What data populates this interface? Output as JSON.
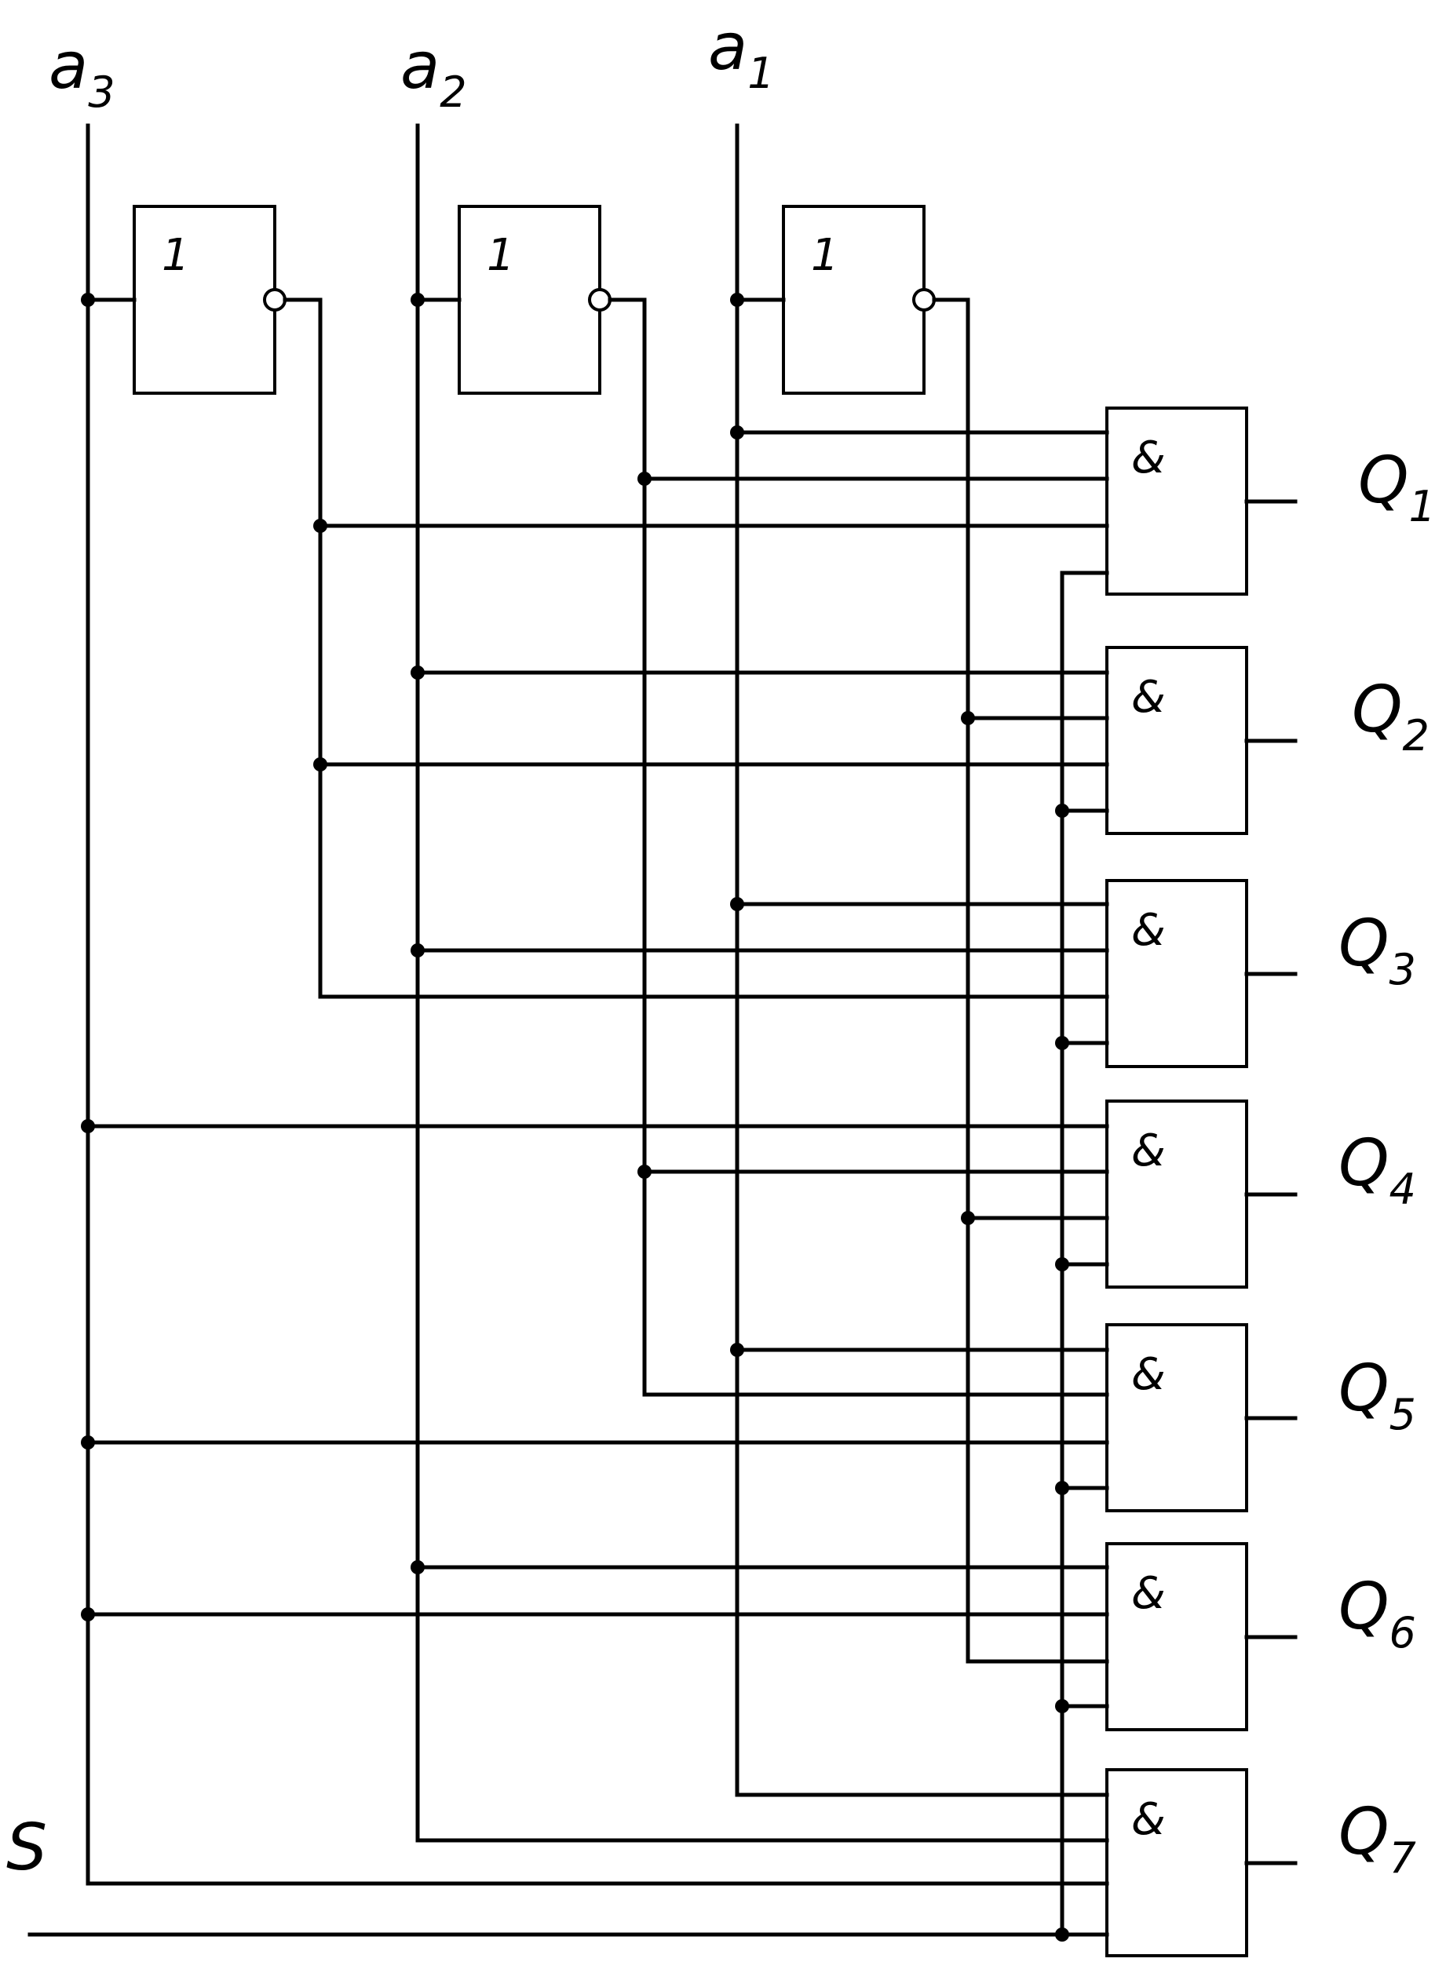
{
  "inputs": [
    {
      "letter": "a",
      "index": "3"
    },
    {
      "letter": "a",
      "index": "2"
    },
    {
      "letter": "a",
      "index": "1"
    }
  ],
  "strobe": "S",
  "not_symbol": "1",
  "and_symbol": "&",
  "outputs": [
    {
      "letter": "Q",
      "index": "1"
    },
    {
      "letter": "Q",
      "index": "2"
    },
    {
      "letter": "Q",
      "index": "3"
    },
    {
      "letter": "Q",
      "index": "4"
    },
    {
      "letter": "Q",
      "index": "5"
    },
    {
      "letter": "Q",
      "index": "6"
    },
    {
      "letter": "Q",
      "index": "7"
    }
  ]
}
